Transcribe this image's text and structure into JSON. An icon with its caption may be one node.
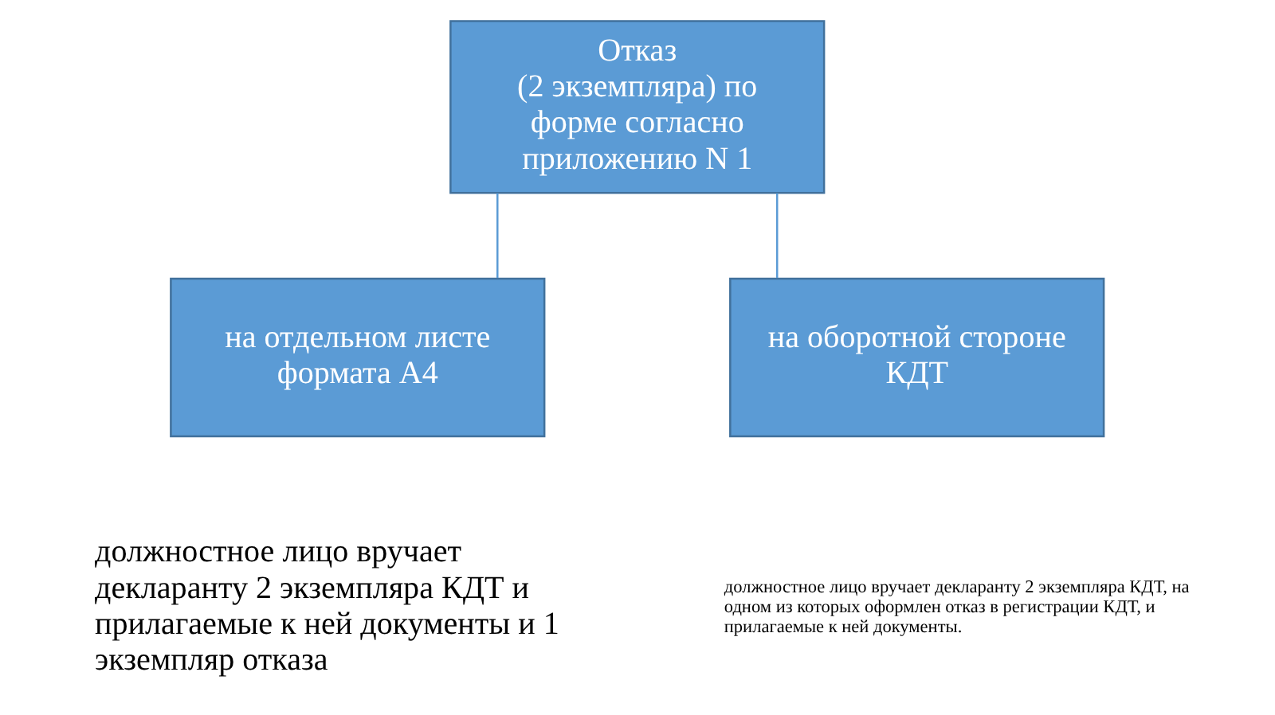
{
  "diagram": {
    "nodes": [
      {
        "text": [
          "Отказ",
          "(2 экземпляра) по форме согласно приложению N 1"
        ]
      },
      {
        "text": [
          "на отдельном листе формата А4"
        ]
      },
      {
        "text": [
          "на оборотной стороне КДТ"
        ]
      }
    ],
    "edges": [
      {
        "from": 0,
        "to": 1,
        "arrow": "none"
      },
      {
        "from": 0,
        "to": 2,
        "arrow": "none"
      }
    ],
    "labels": [
      "должностное лицо вручает декларанту 2 экземпляра КДТ и прилагаемые к ней документы и 1 экземпляр отказа",
      "должностное лицо вручает декларанту 2 экземпляра КДТ, на одном из которых оформлен отказ в регистрации КДТ, и прилагаемые к ней документы."
    ]
  }
}
